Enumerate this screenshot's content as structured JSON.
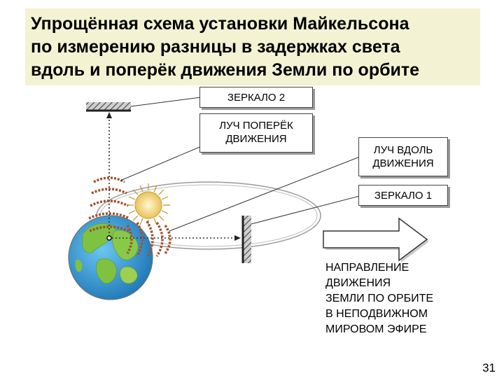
{
  "title": {
    "lines": [
      "Упрощённая схема установки Майкельсона",
      "по измерению разницы в задержках света",
      "вдоль и поперёк движения Земли по орбите"
    ]
  },
  "labels": {
    "mirror2": "ЗЕРКАЛО 2",
    "cross_beam": [
      "ЛУЧ ПОПЕРЁК",
      "ДВИЖЕНИЯ"
    ],
    "along_beam": [
      "ЛУЧ ВДОЛЬ",
      "ДВИЖЕНИЯ"
    ],
    "mirror1": "ЗЕРКАЛО 1"
  },
  "direction_text": [
    "НАПРАВЛЕНИЕ",
    "ДВИЖЕНИЯ",
    "ЗЕМЛИ  ПО ОРБИТЕ",
    "В  НЕПОДВИЖНОМ",
    "МИРОВОМ  ЭФИРЕ"
  ],
  "page_number": "31",
  "colors": {
    "title_bg": "#f3f3d4",
    "wave": "#a0522d",
    "earth_ocean": "#2f9fd8",
    "earth_land": "#7fc241",
    "sun": "#f2d675",
    "mirror": "#555555"
  }
}
